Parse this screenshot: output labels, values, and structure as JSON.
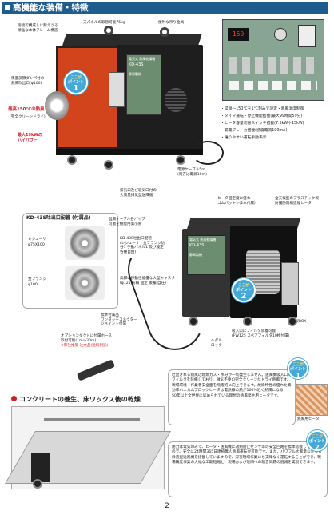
{
  "header": {
    "title": "高機能な装備・特徴"
  },
  "top": {
    "label_frame": "溶接で構成しに耐えうる\n頑強な本体フレーム構造",
    "label_eyebolt": "天パネルの取替可能75kg",
    "label_handle": "便利な吊り金具",
    "label_exhaust": "風量調節ダンパ付の\n熱風吹出口(φ100)",
    "label_temp1": "最高150℃の熱風",
    "label_temp1_sub": "(完全クリーンドライ)",
    "label_temp2": "最大19kWの",
    "label_temp2_sub": "ハイパワー",
    "label_cord": "電源ケーブル5m",
    "label_cord_sub": "(両方は電源10m)",
    "label_fan": "排気口及び吸気口付の\n大風量排気型送風機",
    "badge_top": "ここが",
    "badge_word": "ポイント",
    "badge1_num": "1",
    "machine_brand": "電気式 熱風乾燥機",
    "machine_model": "KD-43S",
    "machine_maker": "静岡製機",
    "controller_display": "150",
    "features": [
      "・常温〜150℃を1℃刻みで設定・熱風温度制御",
      "・タイマ運転・停止機能搭載(最大99時間59分)",
      "・ヒータ容量切替スイッチ搭載(7.5kWや15kW)",
      "・漏電ブレーカ搭載(感度電流100mA)",
      "・錐りやすい運転手動表示"
    ]
  },
  "middle": {
    "title": "KD-43S吐出口配管 (付属品)",
    "reducer_label": "レジューサ",
    "reducer_size": "φ75X100",
    "flange_label": "金フランジ",
    "flange_size": "φ100",
    "label_hose": "温風ケーブル各パイプ\n可動を極能用第小限",
    "label_outlet": "KD-43S吐出口配管\n(レジューサ・金フランジ込\n各1 手動パネル1 及び設定\n各種自由)",
    "label_caster": "高脚の移動性能優な大型キャスタ\n(φ125 前輪 固定 後輪 自在)",
    "label_tube": "標準付属品\nワンタッチコネクター\nジョイント付属",
    "label_option": "オプションダクトに付属ホース\n取付可能(1m〜30m)",
    "label_option_sub": "※弊社推奨 注文品(送料別途)",
    "label_motor": "ヒータ固定度に優れ\nゴムパッキン(2本付属)",
    "label_plastic": "全天候型のプラスチック製\n防護防雨構造経ヒータ",
    "label_sus": "SUS製BOX",
    "label_filter": "吸入口にフィルタ装着可能\n(FW125 スペアフィルタ10枚付属)",
    "label_lock": "ヘダル\nロック",
    "badge2_num": "2",
    "machine_brand": "電気式 熱風乾燥機",
    "machine_model": "KD-43S",
    "machine_maker": "静岡製機"
  },
  "lower": {
    "point1_text": "吐出される熱風は燃焼ガス・水分が一切発生しません。送風機吸入口にフィルタを装備しており、微気不要の完全クリーンなドライ熱風です。現場環境・作業者安全面を飛躍的に向上できます。絶縁特性の優れた高効率ハニカムプロックヒータは電熱線の熱が100%近く熱風になる、50年以上全世界に認められている理想の熱風発生用ヒータです。",
    "highlight1": "完全クリーンなドライ熱風",
    "heater_caption": "熱風用ヒータ",
    "section_title": "コンクリートの養生、床ワックス後の乾燥",
    "point2_text": "用力は電気のみで、ヒータ・送風機に適熱防止センサ等の安全回路を標準搭載していますので、安全に24時間365日連続無人熱風運転が可能です。また、パワフル大風量ながらも静音型送風機を搭載していますので、深夜現場作業にも支障なく運転することができ、現場精度作業の大幅な工期短縮と、現場および近隣への騒音問題の低減を実現できます。",
    "highlight2": "24時間365日連続無人熱風運転が可能"
  },
  "page_number": "2"
}
